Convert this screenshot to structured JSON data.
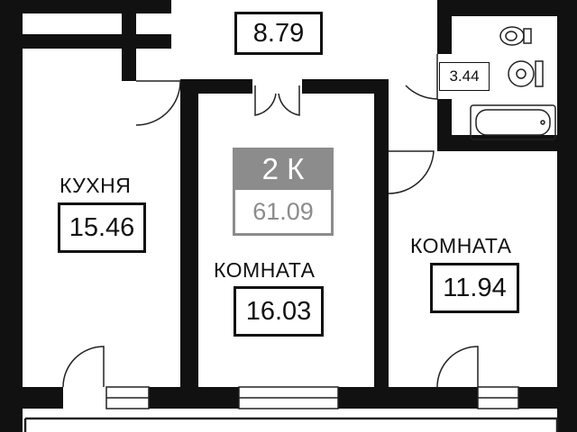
{
  "plan": {
    "apartment_type": "2 К",
    "total_area": "61.09",
    "hall_area": "8.79",
    "bathroom_area": "3.44",
    "kitchen": {
      "name": "КУХНЯ",
      "area": "15.46"
    },
    "room_center": {
      "name": "КОМНАТА",
      "area": "16.03"
    },
    "room_right": {
      "name": "КОМНАТА",
      "area": "11.94"
    }
  },
  "colors": {
    "wall": "#111111",
    "badge_gray": "#8c8c8c",
    "line": "#222222"
  }
}
